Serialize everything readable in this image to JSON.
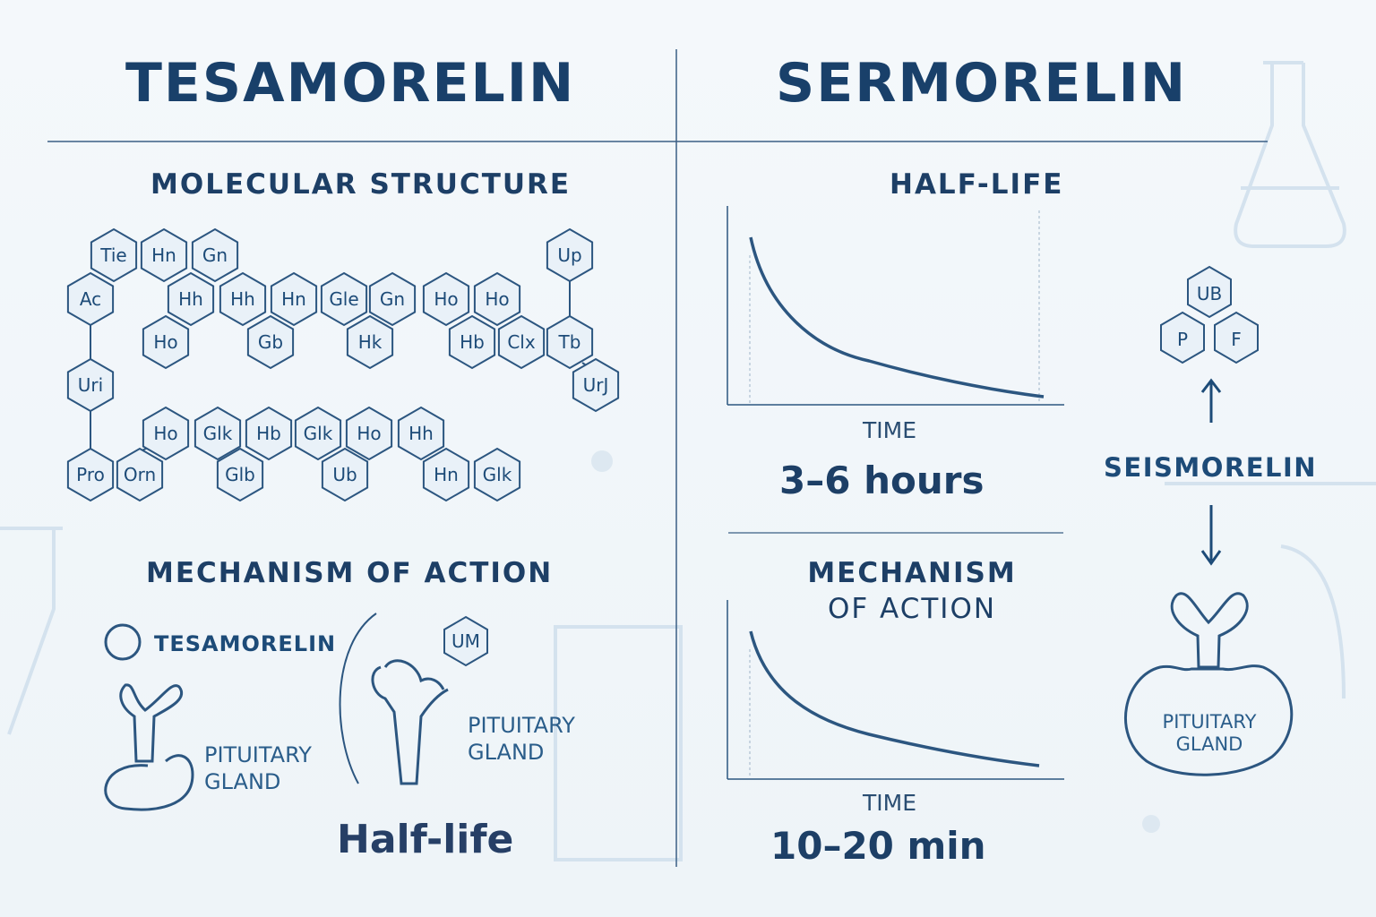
{
  "titles": {
    "left": "TESAMORELIN",
    "right": "SERMORELIN"
  },
  "left": {
    "molecular_heading": "MOLECULAR STRUCTURE",
    "mechanism_heading": "MECHANISM OF ACTION",
    "legend_label": "TESAMORELIN",
    "gland1_label_line1": "PITUITARY",
    "gland1_label_line2": "GLAND",
    "gland2_label_line1": "PITUITARY",
    "gland2_label_line2": "GLAND",
    "floating_hex": "UM",
    "half_life_caption": "Half-life",
    "hexagons": [
      "Tie",
      "Hn",
      "Gn",
      "Up",
      "Ac",
      "Hh",
      "Hh",
      "Hn",
      "Gle",
      "Gn",
      "Ho",
      "Ho",
      "Ho",
      "Gb",
      "Hk",
      "Hb",
      "Clx",
      "Tb",
      "Uri",
      "UrJ",
      "Ho",
      "Glk",
      "Hb",
      "Glk",
      "Ho",
      "Hh",
      "Pro",
      "Orn",
      "Glb",
      "Ub",
      "Hn",
      "Glk"
    ]
  },
  "right": {
    "half_life_heading": "HALF-LIFE",
    "chart1_xlabel": "TIME",
    "chart1_value": "3–6 hours",
    "mechanism_heading_line1": "MECHANISM",
    "mechanism_heading_line2": "OF ACTION",
    "chart2_xlabel": "TIME",
    "chart2_value": "10–20 min",
    "side_label": "SEISMORELIN",
    "side_hexagons": [
      "UB",
      "P",
      "F"
    ],
    "gland_label_line1": "PITUITARY",
    "gland_label_line2": "GLAND"
  },
  "colors": {
    "ink": "#1d3f66",
    "hex_fill": "#e9f1f8",
    "hex_stroke": "#2c5680",
    "background": "#f4f8fb"
  }
}
